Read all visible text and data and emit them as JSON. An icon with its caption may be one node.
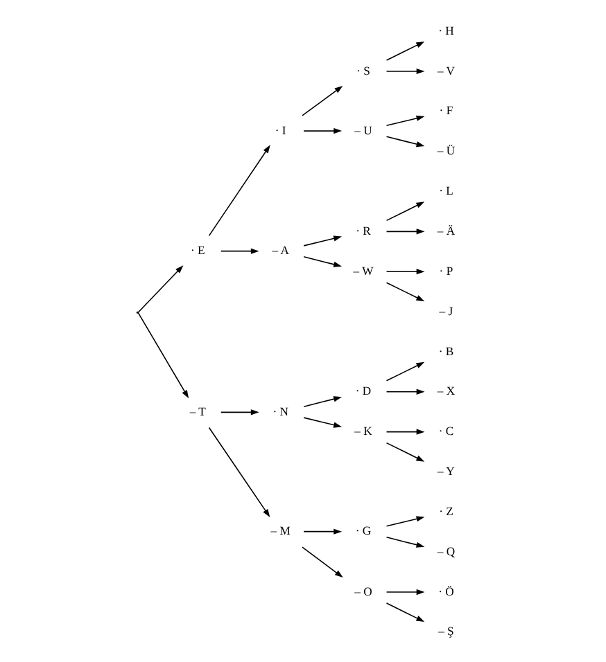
{
  "diagram": {
    "nodes": [
      {
        "text": [],
        "shape": "point"
      },
      {
        "text": [
          "· E"
        ]
      },
      {
        "text": [
          "– T"
        ]
      },
      {
        "text": [
          "· I"
        ]
      },
      {
        "text": [
          "– A"
        ]
      },
      {
        "text": [
          "· N"
        ]
      },
      {
        "text": [
          "– M"
        ]
      },
      {
        "text": [
          "· S"
        ]
      },
      {
        "text": [
          "– U"
        ]
      },
      {
        "text": [
          "· R"
        ]
      },
      {
        "text": [
          "– W"
        ]
      },
      {
        "text": [
          "· D"
        ]
      },
      {
        "text": [
          "– K"
        ]
      },
      {
        "text": [
          "· G"
        ]
      },
      {
        "text": [
          "– O"
        ]
      },
      {
        "text": [
          "· H"
        ]
      },
      {
        "text": [
          "– V"
        ]
      },
      {
        "text": [
          "· F"
        ]
      },
      {
        "text": [
          "– Ü"
        ]
      },
      {
        "text": [
          "· L"
        ]
      },
      {
        "text": [
          "– Ä"
        ]
      },
      {
        "text": [
          "· P"
        ]
      },
      {
        "text": [
          "– J"
        ]
      },
      {
        "text": [
          "· B"
        ]
      },
      {
        "text": [
          "– X"
        ]
      },
      {
        "text": [
          "· C"
        ]
      },
      {
        "text": [
          "– Y"
        ]
      },
      {
        "text": [
          "· Z"
        ]
      },
      {
        "text": [
          "– Q"
        ]
      },
      {
        "text": [
          "· Ö"
        ]
      },
      {
        "text": [
          "– Ş"
        ]
      }
    ],
    "edges": [
      {
        "from": 0,
        "to": 1,
        "arrow": "to"
      },
      {
        "from": 0,
        "to": 2,
        "arrow": "to"
      },
      {
        "from": 1,
        "to": 3,
        "arrow": "to"
      },
      {
        "from": 1,
        "to": 4,
        "arrow": "to"
      },
      {
        "from": 2,
        "to": 5,
        "arrow": "to"
      },
      {
        "from": 2,
        "to": 6,
        "arrow": "to"
      },
      {
        "from": 3,
        "to": 7,
        "arrow": "to"
      },
      {
        "from": 3,
        "to": 8,
        "arrow": "to"
      },
      {
        "from": 4,
        "to": 9,
        "arrow": "to"
      },
      {
        "from": 4,
        "to": 10,
        "arrow": "to"
      },
      {
        "from": 5,
        "to": 11,
        "arrow": "to"
      },
      {
        "from": 5,
        "to": 12,
        "arrow": "to"
      },
      {
        "from": 6,
        "to": 13,
        "arrow": "to"
      },
      {
        "from": 6,
        "to": 14,
        "arrow": "to"
      },
      {
        "from": 7,
        "to": 15,
        "arrow": "to"
      },
      {
        "from": 7,
        "to": 16,
        "arrow": "to"
      },
      {
        "from": 8,
        "to": 17,
        "arrow": "to"
      },
      {
        "from": 8,
        "to": 18,
        "arrow": "to"
      },
      {
        "from": 9,
        "to": 19,
        "arrow": "to"
      },
      {
        "from": 9,
        "to": 20,
        "arrow": "to"
      },
      {
        "from": 10,
        "to": 21,
        "arrow": "to"
      },
      {
        "from": 10,
        "to": 22,
        "arrow": "to"
      },
      {
        "from": 11,
        "to": 23,
        "arrow": "to"
      },
      {
        "from": 11,
        "to": 24,
        "arrow": "to"
      },
      {
        "from": 12,
        "to": 25,
        "arrow": "to"
      },
      {
        "from": 12,
        "to": 26,
        "arrow": "to"
      },
      {
        "from": 13,
        "to": 27,
        "arrow": "to"
      },
      {
        "from": 13,
        "to": 28,
        "arrow": "to"
      },
      {
        "from": 14,
        "to": 29,
        "arrow": "to"
      },
      {
        "from": 14,
        "to": 30,
        "arrow": "to"
      }
    ]
  }
}
